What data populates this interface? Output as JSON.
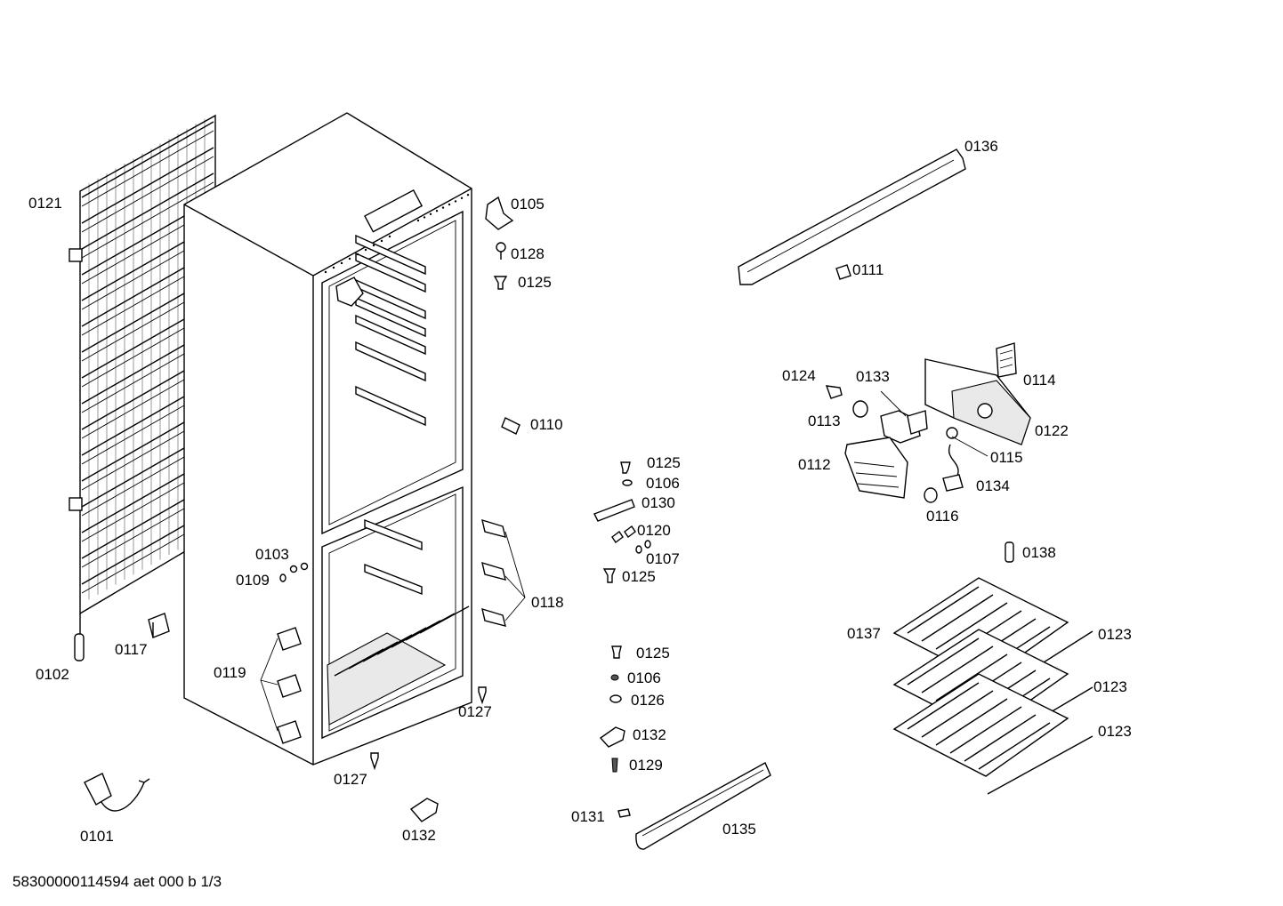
{
  "footer": {
    "document_id": "58300000114594 aet 000 b 1/3"
  },
  "callouts": {
    "c0121": "0121",
    "c0102": "0102",
    "c0117": "0117",
    "c0101": "0101",
    "c0103": "0103",
    "c0109": "0109",
    "c0119": "0119",
    "c0127a": "0127",
    "c0127b": "0127",
    "c0132a": "0132",
    "c0105": "0105",
    "c0128": "0128",
    "c0125a": "0125",
    "c0110": "0110",
    "c0118": "0118",
    "c0125b": "0125",
    "c0106a": "0106",
    "c0130": "0130",
    "c0120": "0120",
    "c0107": "0107",
    "c0125c": "0125",
    "c0125d": "0125",
    "c0106b": "0106",
    "c0126": "0126",
    "c0132b": "0132",
    "c0129": "0129",
    "c0131": "0131",
    "c0135": "0135",
    "c0136": "0136",
    "c0111": "0111",
    "c0124": "0124",
    "c0133": "0133",
    "c0114": "0114",
    "c0113": "0113",
    "c0122": "0122",
    "c0115": "0115",
    "c0112": "0112",
    "c0134": "0134",
    "c0116": "0116",
    "c0138": "0138",
    "c0137": "0137",
    "c0123a": "0123",
    "c0123b": "0123",
    "c0123c": "0123"
  }
}
